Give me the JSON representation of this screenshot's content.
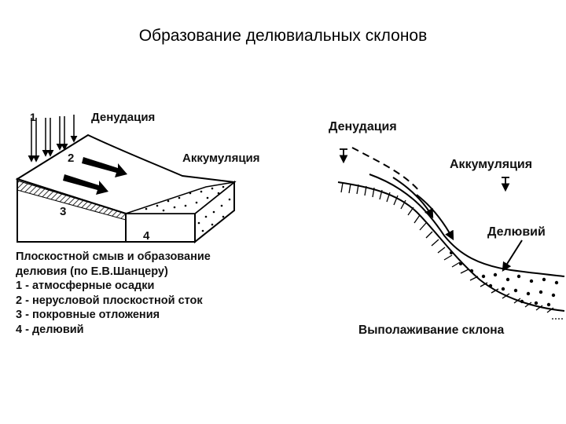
{
  "title": "Образование делювиальных склонов",
  "left_figure": {
    "label_denudation": "Денудация",
    "label_accumulation": "Аккумуляция",
    "marker_1": "1",
    "marker_2": "2",
    "marker_3": "3",
    "marker_4": "4",
    "legend": [
      "Плоскостной смыв и образование",
      "делювия (по Е.В.Шанцеру)",
      "1 - атмосферные осадки",
      "2 - нерусловой плоскостной сток",
      "3 - покровные отложения",
      "4 - делювий"
    ]
  },
  "right_figure": {
    "label_denudation": "Денудация",
    "label_accumulation": "Аккумуляция",
    "label_deluvium": "Делювий",
    "caption": "Выполаживание склона"
  }
}
